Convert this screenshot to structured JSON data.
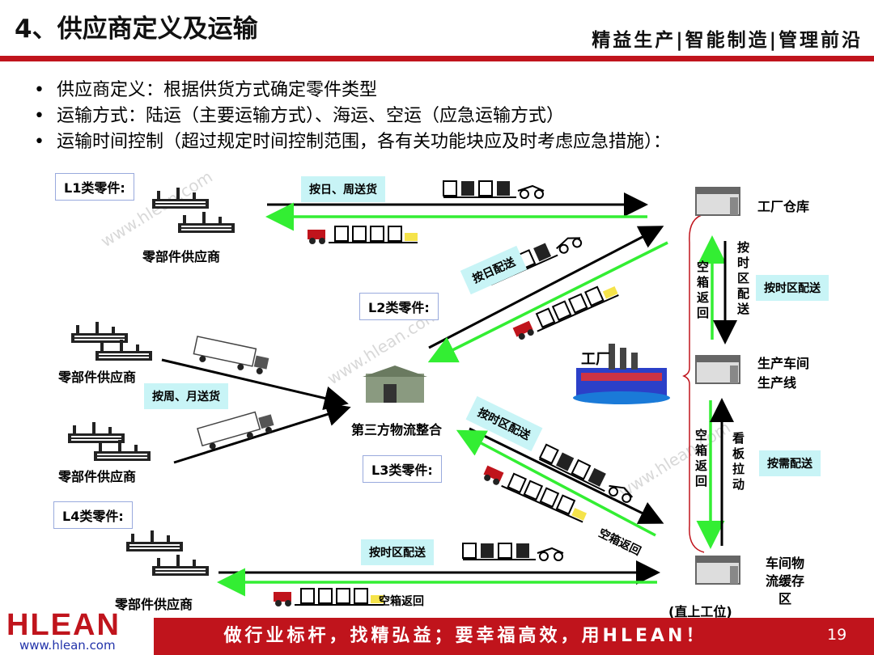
{
  "header": {
    "title": "4、供应商定义及运输",
    "brand": "精益生产|智能制造|管理前沿"
  },
  "bullets": [
    "供应商定义：根据供货方式确定零件类型",
    "运输方式：陆运（主要运输方式）、海运、空运（应急运输方式）",
    "运输时间控制（超过规定时间控制范围，各有关功能块应及时考虑应急措施）："
  ],
  "diagram": {
    "class_labels": {
      "l1": "L1类零件:",
      "l2": "L2类零件:",
      "l3": "L3类零件:",
      "l4": "L4类零件:"
    },
    "supplier_label": "零部件供应商",
    "third_party": "第三方物流整合",
    "factory": "工厂",
    "warehouse": "工厂仓库",
    "workshop": "生产车间\n生产线",
    "buffer": "车间物\n流缓存\n区",
    "line_side": "(直上工位)",
    "route_labels": {
      "daily_weekly": "按日、周送货",
      "daily": "按日配送",
      "weekly_monthly": "按周、月送货",
      "timed_l3": "按时区配送",
      "timed_l4": "按时区配送",
      "empty_return_l3": "空箱返回",
      "empty_return_l4": "空箱返回"
    },
    "right_labels": {
      "timed": "按时区配送",
      "on_demand": "按需配送",
      "v_empty_return_1": "空箱返回",
      "v_timed": "按时区配送",
      "v_empty_return_2": "空箱返回",
      "v_kanban": "看板拉动"
    },
    "watermark": "www.hlean.com"
  },
  "footer": {
    "logo": "HLEAN",
    "url": "www.hlean.com",
    "slogan": "做行业标杆，找精弘益；要幸福高效，用HLEAN！",
    "page": "19"
  },
  "colors": {
    "accent_red": "#c0141c",
    "arrow_green": "#33ee33",
    "label_cyan": "#c8f4f6"
  }
}
